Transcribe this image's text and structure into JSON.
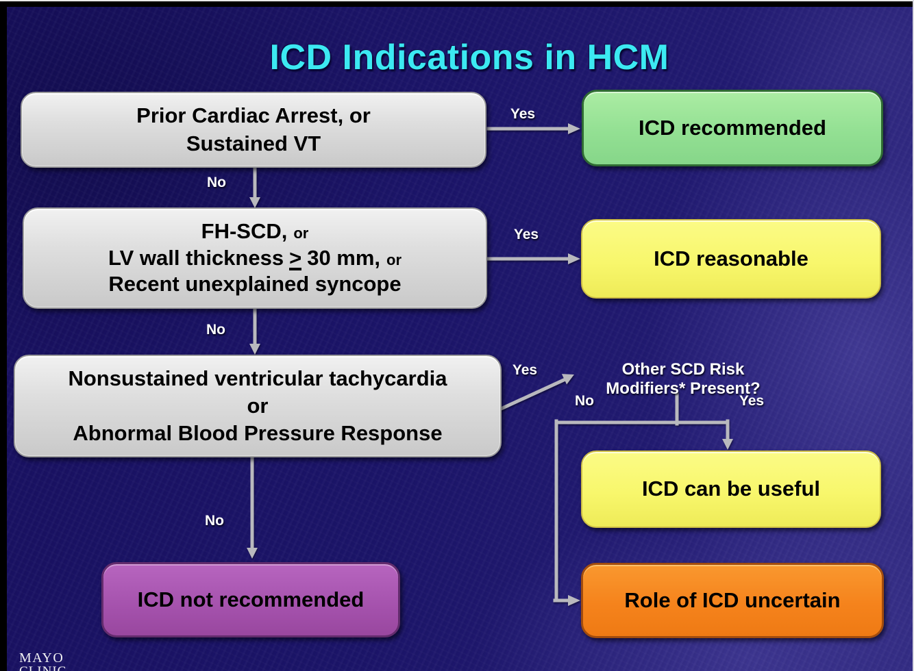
{
  "title": "ICD Indications in HCM",
  "colors": {
    "background": "#1b1468",
    "title_text": "#3ce9f2",
    "decision_box": "#d9d9d9",
    "recommended_box": "#93e093",
    "reasonable_box": "#f8f76c",
    "uncertain_box": "#f5831c",
    "not_recommended_box": "#a653ae",
    "arrow": "#b9b9be",
    "label_text": "#ffffff"
  },
  "flowchart": {
    "decision1": {
      "line1": "Prior Cardiac Arrest, or",
      "line2": "Sustained VT"
    },
    "decision2": {
      "line1_main": "FH-SCD,",
      "line1_or": "or",
      "line2_pre": "LV wall thickness",
      "line2_geq": ">",
      "line2_post": "30 mm,",
      "line2_or": "or",
      "line3": "Recent unexplained syncope"
    },
    "decision3": {
      "line1": "Nonsustained ventricular tachycardia",
      "line2": "or",
      "line3": "Abnormal Blood Pressure Response"
    },
    "question": {
      "line1": "Other SCD Risk",
      "line2": "Modifiers* Present?"
    },
    "outcomes": {
      "recommended": "ICD recommended",
      "reasonable": "ICD reasonable",
      "can_be_useful": "ICD can be useful",
      "uncertain": "Role of ICD uncertain",
      "not_recommended": "ICD not recommended"
    },
    "edge_labels": {
      "yes1": "Yes",
      "no1": "No",
      "yes2": "Yes",
      "no2": "No",
      "yes3": "Yes",
      "no3": "No",
      "branch_no": "No",
      "branch_yes": "Yes"
    }
  },
  "branding": {
    "line1": "MAYO",
    "line2": "CLINIC"
  }
}
